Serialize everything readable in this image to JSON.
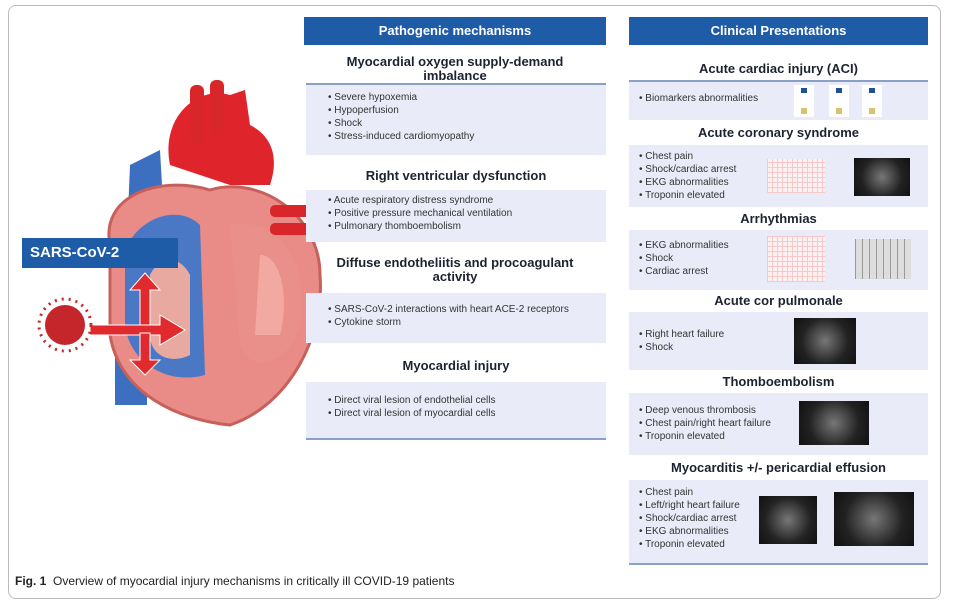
{
  "heart_label": "SARS-CoV-2",
  "left": {
    "header": "Pathogenic mechanisms",
    "sections": [
      {
        "title": "Myocardial oxygen supply-demand imbalance",
        "items": [
          "Severe hypoxemia",
          "Hypoperfusion",
          "Shock",
          "Stress-induced cardiomyopathy"
        ]
      },
      {
        "title": "Right ventricular dysfunction",
        "items": [
          "Acute respiratory distress syndrome",
          "Positive pressure mechanical ventilation",
          "Pulmonary thomboembolism"
        ]
      },
      {
        "title": "Diffuse endotheliitis and procoagulant activity",
        "items": [
          "SARS-CoV-2 interactions with heart ACE-2 receptors",
          "Cytokine storm"
        ]
      },
      {
        "title": "Myocardial injury",
        "items": [
          "Direct viral lesion of endothelial cells",
          "Direct viral lesion of myocardial cells"
        ]
      }
    ]
  },
  "right": {
    "header": "Clinical Presentations",
    "sections": [
      {
        "title": "Acute cardiac injury (ACI)",
        "items": [
          "Biomarkers abnormalities"
        ]
      },
      {
        "title": "Acute coronary syndrome",
        "items": [
          "Chest pain",
          "Shock/cardiac arrest",
          "EKG abnormalities",
          "Troponin elevated"
        ]
      },
      {
        "title": "Arrhythmias",
        "items": [
          "EKG abnormalities",
          "Shock",
          "Cardiac arrest"
        ]
      },
      {
        "title": "Acute cor pulmonale",
        "items": [
          "Right heart failure",
          "Shock"
        ]
      },
      {
        "title": "Thomboembolism",
        "items": [
          "Deep venous thrombosis",
          "Chest pain/right heart failure",
          "Troponin elevated"
        ]
      },
      {
        "title": "Myocarditis +/- pericardial effusion",
        "items": [
          "Chest pain",
          "Left/right heart failure",
          "Shock/cardiac arrest",
          "EKG abnormalities",
          "Troponin elevated"
        ]
      }
    ]
  },
  "caption": {
    "label": "Fig. 1",
    "text": "Overview of myocardial injury mechanisms in critically ill COVID-19 patients"
  }
}
